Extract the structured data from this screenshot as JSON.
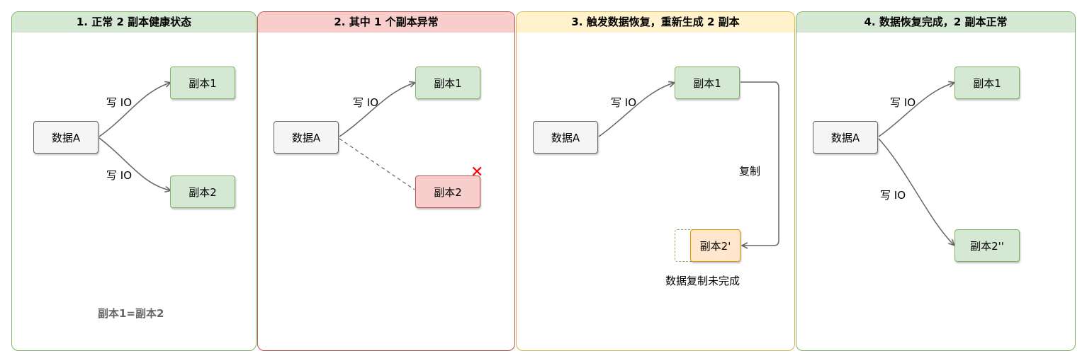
{
  "panels": [
    {
      "title": "1. 正常 2 副本健康状态",
      "source": "数据A",
      "replica1": "副本1",
      "replica2": "副本2",
      "write_label_1": "写 IO",
      "write_label_2": "写 IO",
      "note": "副本1=副本2"
    },
    {
      "title": "2. 其中 1 个副本异常",
      "source": "数据A",
      "replica1": "副本1",
      "replica2": "副本2",
      "write_label_1": "写 IO",
      "fail_mark": "✕"
    },
    {
      "title": "3. 触发数据恢复，重新生成 2 副本",
      "source": "数据A",
      "replica1": "副本1",
      "replica2": "副本2'",
      "write_label_1": "写 IO",
      "copy_label": "复制",
      "note": "数据复制未完成"
    },
    {
      "title": "4. 数据恢复完成，2 副本正常",
      "source": "数据A",
      "replica1": "副本1",
      "replica2": "副本2''",
      "write_label_1": "写 IO",
      "write_label_2": "写 IO"
    }
  ],
  "colors": {
    "green_fill": "#d5e8d4",
    "green_stroke": "#82b366",
    "red_fill": "#f8cecc",
    "red_stroke": "#b85450",
    "yellow_fill": "#fff2cc",
    "yellow_stroke": "#d6b656",
    "orange_fill": "#ffe6cc",
    "orange_stroke": "#d79b00",
    "gray_fill": "#f5f5f5",
    "gray_stroke": "#666666",
    "edge": "#666666",
    "fail_mark": "#ff0000"
  }
}
